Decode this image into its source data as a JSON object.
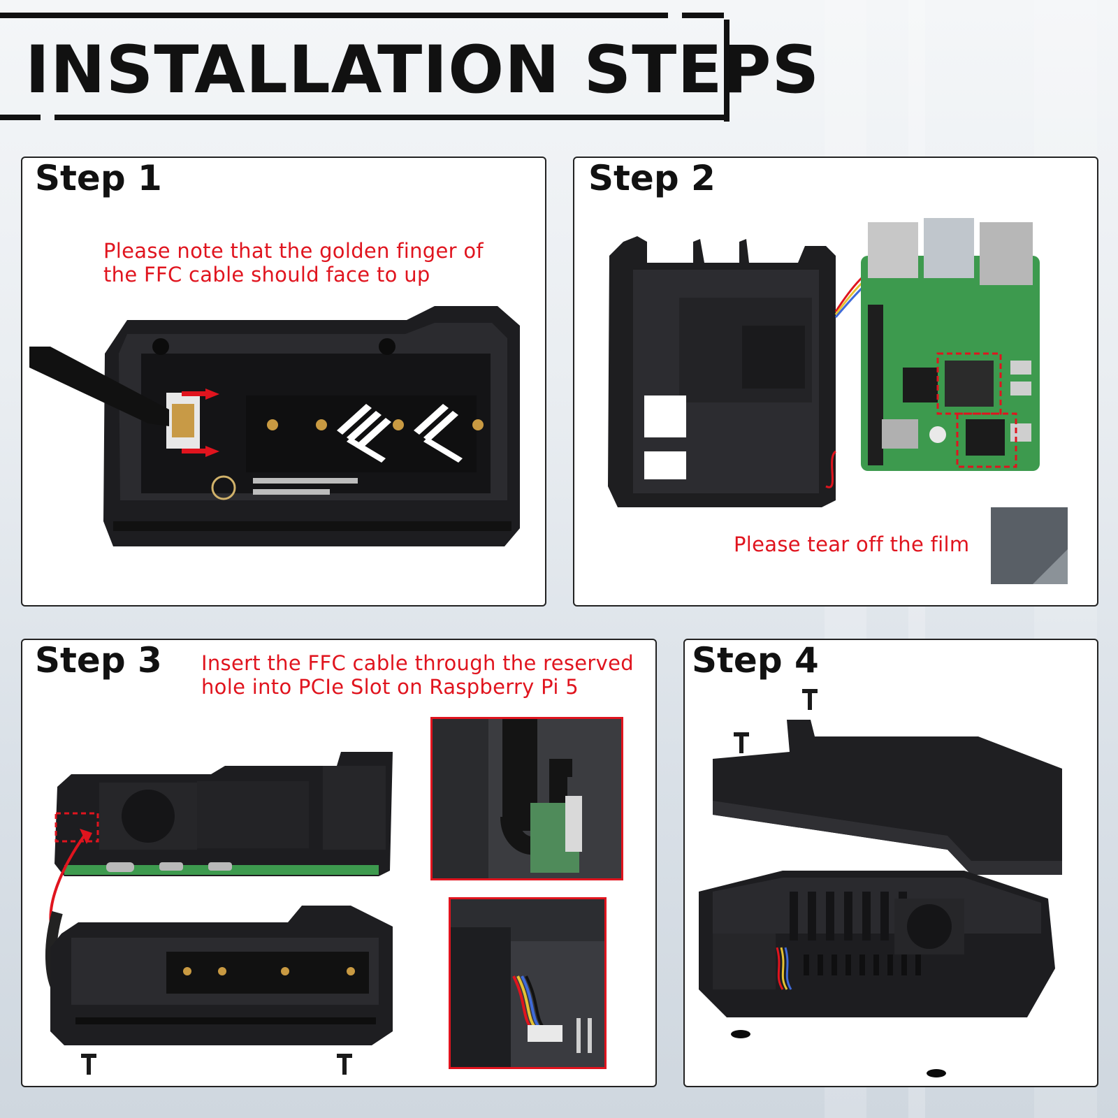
{
  "title": "INSTALLATION STEPS",
  "steps": [
    {
      "label": "Step 1",
      "note": [
        "Please note that the golden finger of",
        "the FFC cable should face to up"
      ]
    },
    {
      "label": "Step 2",
      "note": [
        "Please tear off the film"
      ]
    },
    {
      "label": "Step 3",
      "note": [
        "Insert the FFC cable through the reserved",
        "hole into PCIe Slot on Raspberry Pi 5"
      ]
    },
    {
      "label": "Step 4",
      "note": []
    }
  ],
  "colors": {
    "note_text": "#e0141e",
    "title_text": "#111111",
    "panel_border": "#222222",
    "case_black": "#1b1b1d",
    "pcb_green": "#3d9a4e",
    "highlight": "#e0141e"
  }
}
